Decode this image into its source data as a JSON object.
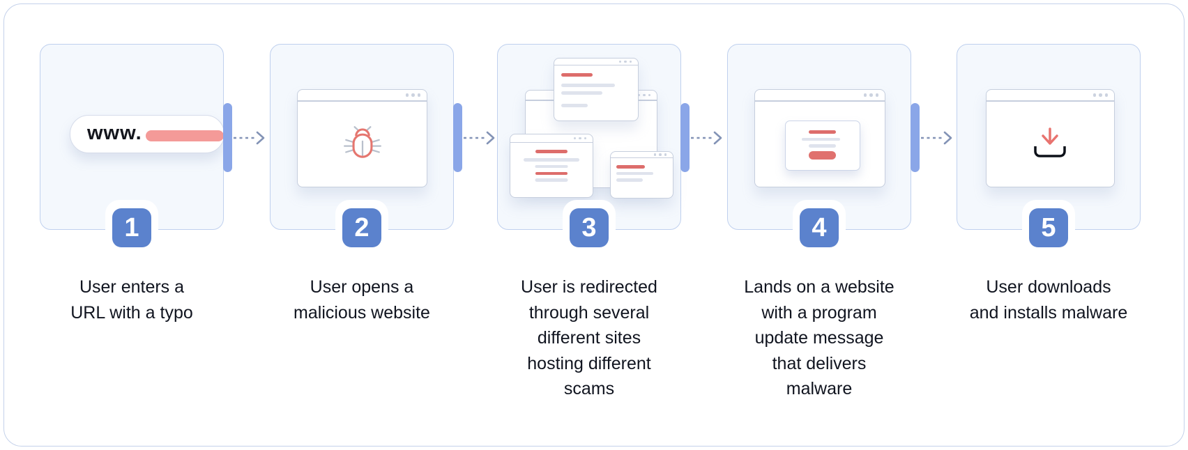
{
  "diagram_type": "process-flow",
  "colors": {
    "card_background": "#f4f8fd",
    "card_border": "#bfd0ee",
    "frame_border": "#c4d1ea",
    "tab_accent_blue": "#8aa6e8",
    "badge_blue": "#5b82cd",
    "arrow_gray_blue": "#8393b6",
    "salmon_pill": "#f49a98",
    "red_line": "#dd6d6b",
    "gray_line": "#dfe3ed",
    "window_border": "#c6cedd",
    "label_text": "#10141f",
    "download_tray_dark": "#0d1119"
  },
  "url_bar": {
    "prefix": "www."
  },
  "icons": {
    "step2": "bug-icon",
    "step5": "download-icon",
    "window_controls": "window-dots-icon",
    "connector": "dashed-arrow-right-icon"
  },
  "steps": [
    {
      "number": "1",
      "label": "User enters a\nURL with a typo"
    },
    {
      "number": "2",
      "label": "User opens a\nmalicious website"
    },
    {
      "number": "3",
      "label": "User is redirected\nthrough several\ndifferent sites\nhosting different\nscams"
    },
    {
      "number": "4",
      "label": "Lands on a website\nwith a program\nupdate message\nthat delivers\nmalware"
    },
    {
      "number": "5",
      "label": "User downloads\nand installs malware"
    }
  ]
}
